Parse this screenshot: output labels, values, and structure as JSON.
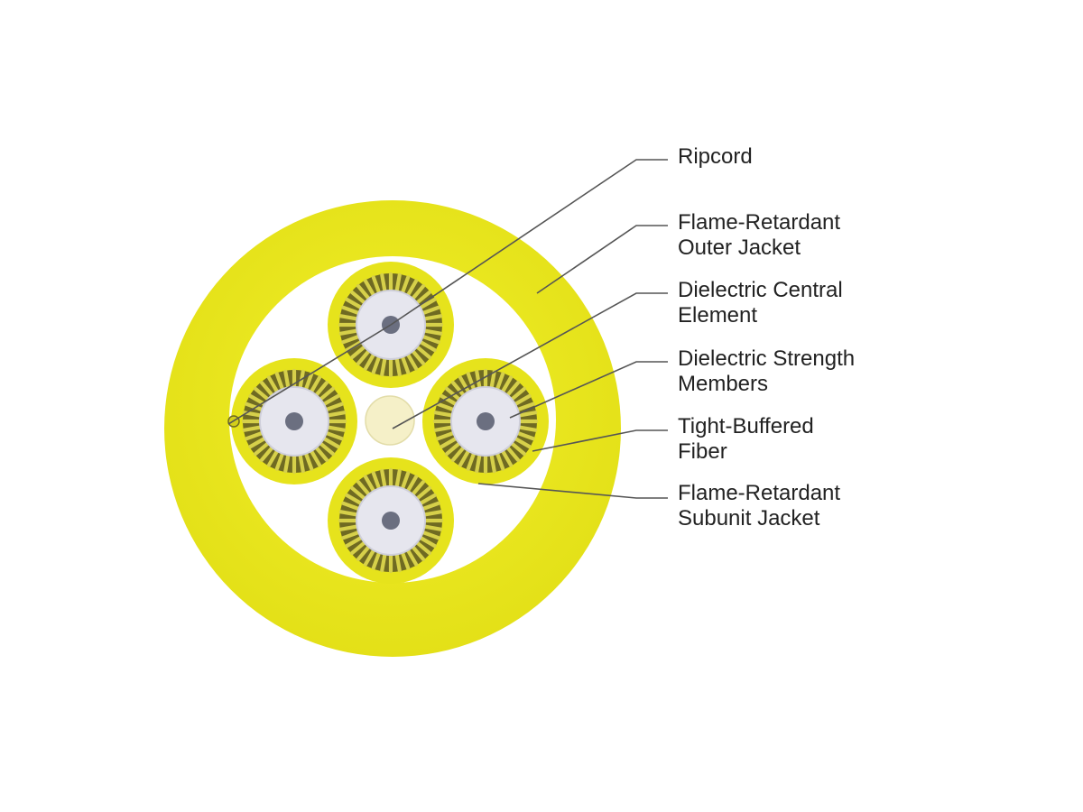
{
  "colors": {
    "background": "#ffffff",
    "jacket": "#e8e61a",
    "jacket_shadow": "#d8d60f",
    "filler": "#ffffff",
    "subunit_jacket": "#e6e31c",
    "strength_light": "#d6d04a",
    "strength_dark": "#6f6a22",
    "buffer": "#e6e6ee",
    "buffer_edge": "#cfcfda",
    "fiber_core": "#6b6f80",
    "central_element": "#f5f0c8",
    "central_element_edge": "#e2dca8",
    "ripcord": "#d4cf1a",
    "label_text": "#222222",
    "leader_line": "#555555"
  },
  "labels": {
    "ripcord": [
      "Ripcord"
    ],
    "outer_jacket": [
      "Flame-Retardant",
      "Outer Jacket"
    ],
    "central_element": [
      "Dielectric Central",
      "Element"
    ],
    "strength_members": [
      "Dielectric Strength",
      "Members"
    ],
    "tight_buffered_fiber": [
      "Tight-Buffered",
      "Fiber"
    ],
    "subunit_jacket": [
      "Flame-Retardant",
      "Subunit Jacket"
    ]
  }
}
